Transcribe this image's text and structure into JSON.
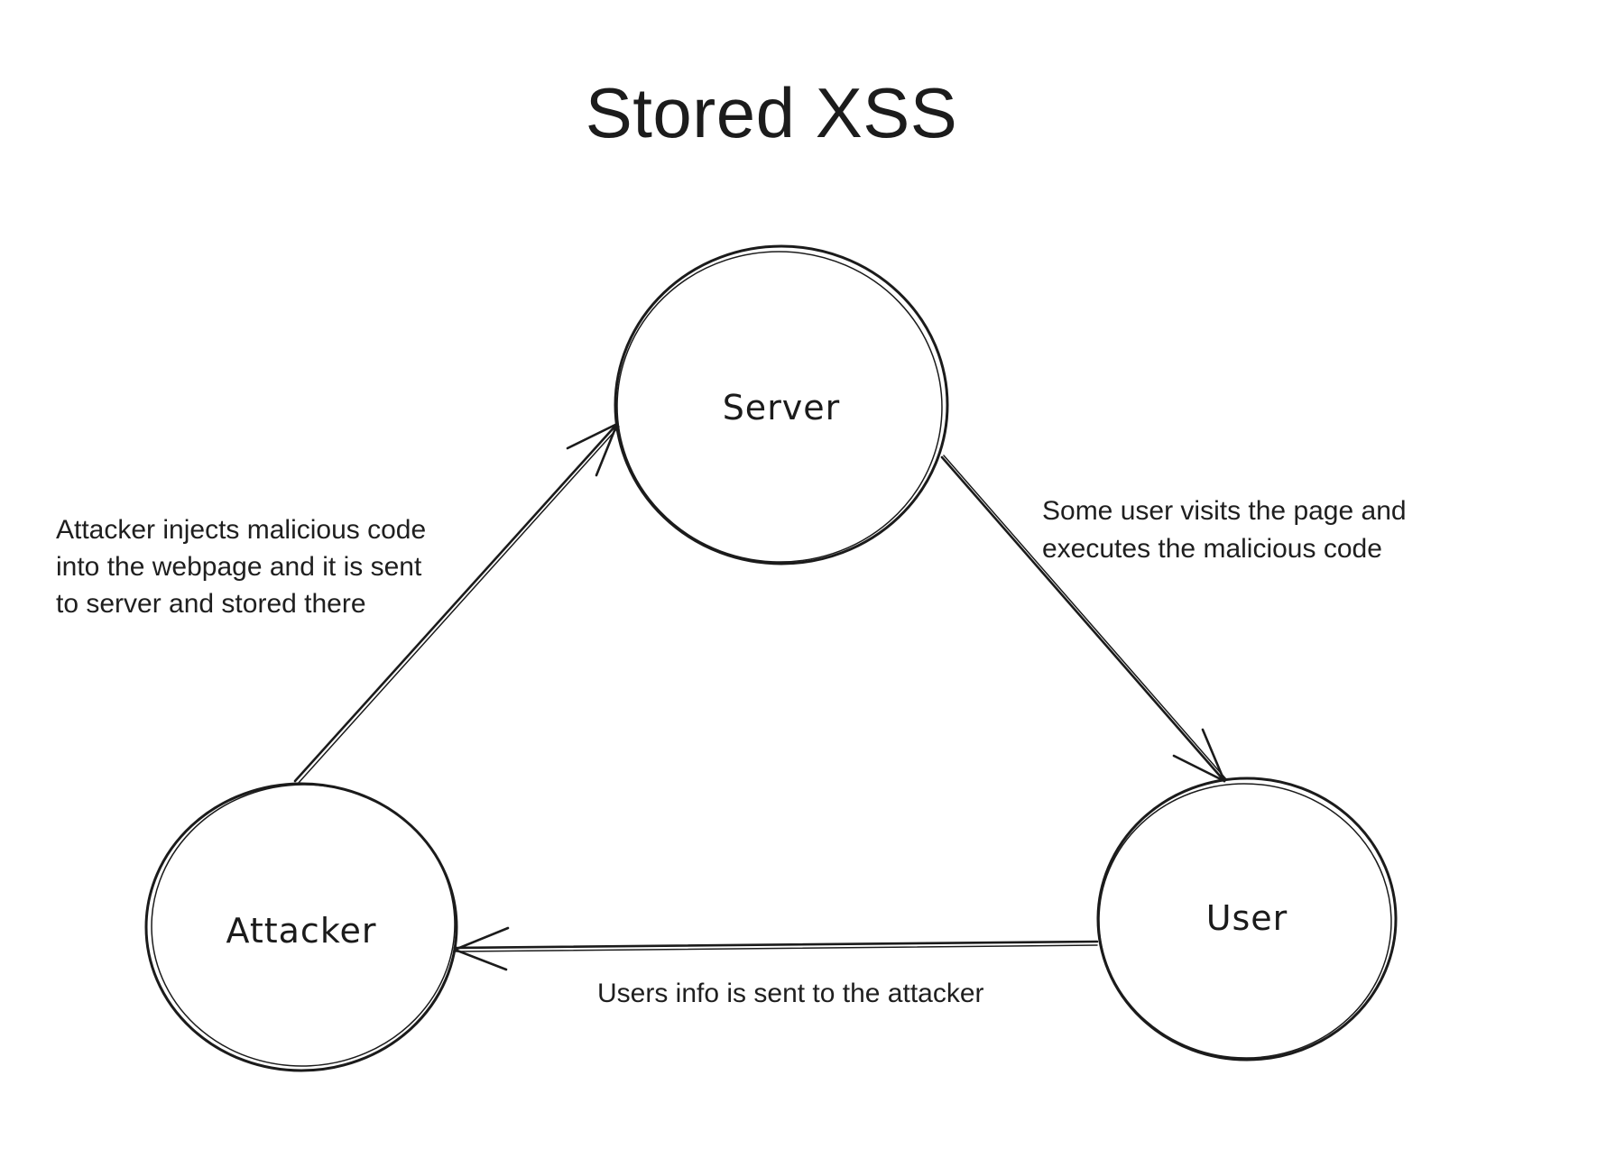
{
  "canvas": {
    "background": "#ffffff",
    "ink": "#1b1b1b"
  },
  "title": "Stored XSS",
  "nodes": {
    "server": {
      "label": "Server"
    },
    "attacker": {
      "label": "Attacker"
    },
    "user": {
      "label": "User"
    }
  },
  "edges": {
    "attacker_to_server": {
      "from": "Attacker",
      "to": "Server",
      "label_lines": [
        "Attacker injects malicious code",
        "into the webpage and it is sent",
        "to server and stored there"
      ]
    },
    "server_to_user": {
      "from": "Server",
      "to": "User",
      "label_lines": [
        "Some user visits the page and",
        "executes the malicious code"
      ]
    },
    "user_to_attacker": {
      "from": "User",
      "to": "Attacker",
      "label_lines": [
        "Users info is sent to the attacker"
      ]
    }
  }
}
